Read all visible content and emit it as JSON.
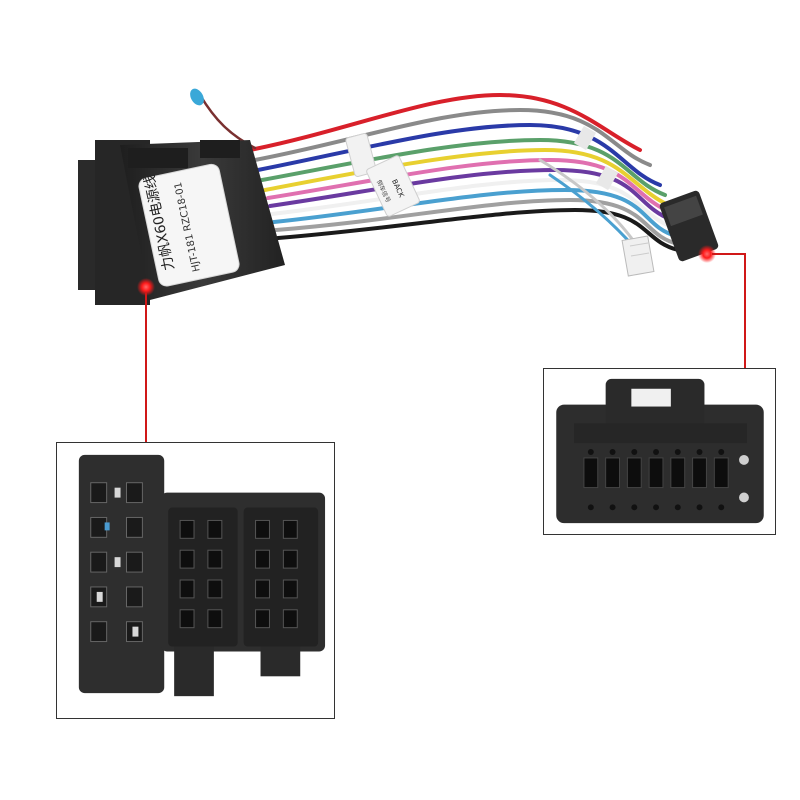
{
  "harness": {
    "main_label_line1": "力帆X60电源线",
    "main_label_line2": "HJT-181  RZC18-01",
    "tag_top": "...",
    "tag_back": "BACK",
    "tag_back_sub": "倒车信号"
  },
  "colors": {
    "connector_body": "#2b2b2b",
    "callout_line": "#d01818",
    "marker_dot": "#ff1a1a",
    "inset_border": "#333333"
  }
}
